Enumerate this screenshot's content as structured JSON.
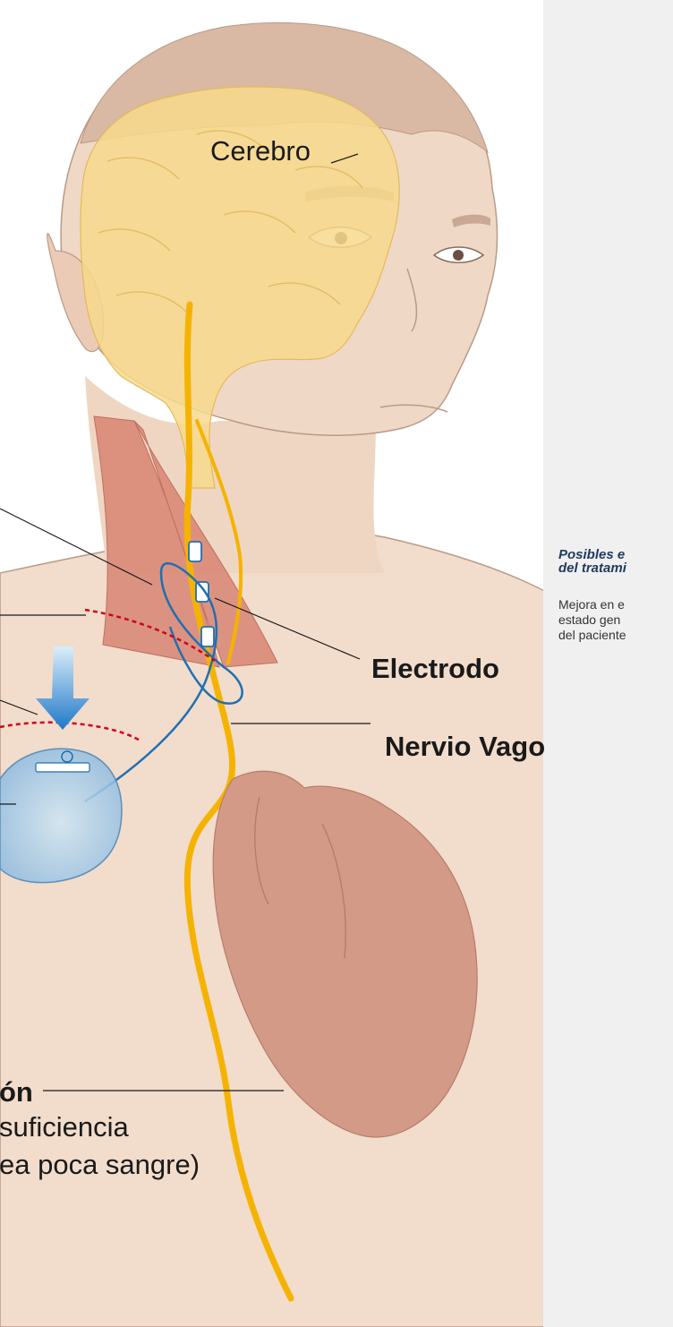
{
  "labels": {
    "brain": "Cerebro",
    "electrode": "Electrodo",
    "vagus_nerve": "Nervio Vago",
    "heart_title": "ón",
    "heart_line1": "suficiencia",
    "heart_line2": "ea poca sangre)"
  },
  "panel": {
    "heading": "Posibles e\ndel tratami",
    "body": "Mejora en e\nestado gen\ndel paciente"
  },
  "colors": {
    "skin": "#f2dccb",
    "skin_outline": "#b99a88",
    "brain": "#f7d98c",
    "nerve": "#f5b301",
    "muscle": "#d98a78",
    "lead_wire": "#1f6fb3",
    "incision": "#d0021b",
    "arrow": "#1f78c8",
    "heart": "#d49a88",
    "panel_bg": "#f0f0f0"
  }
}
